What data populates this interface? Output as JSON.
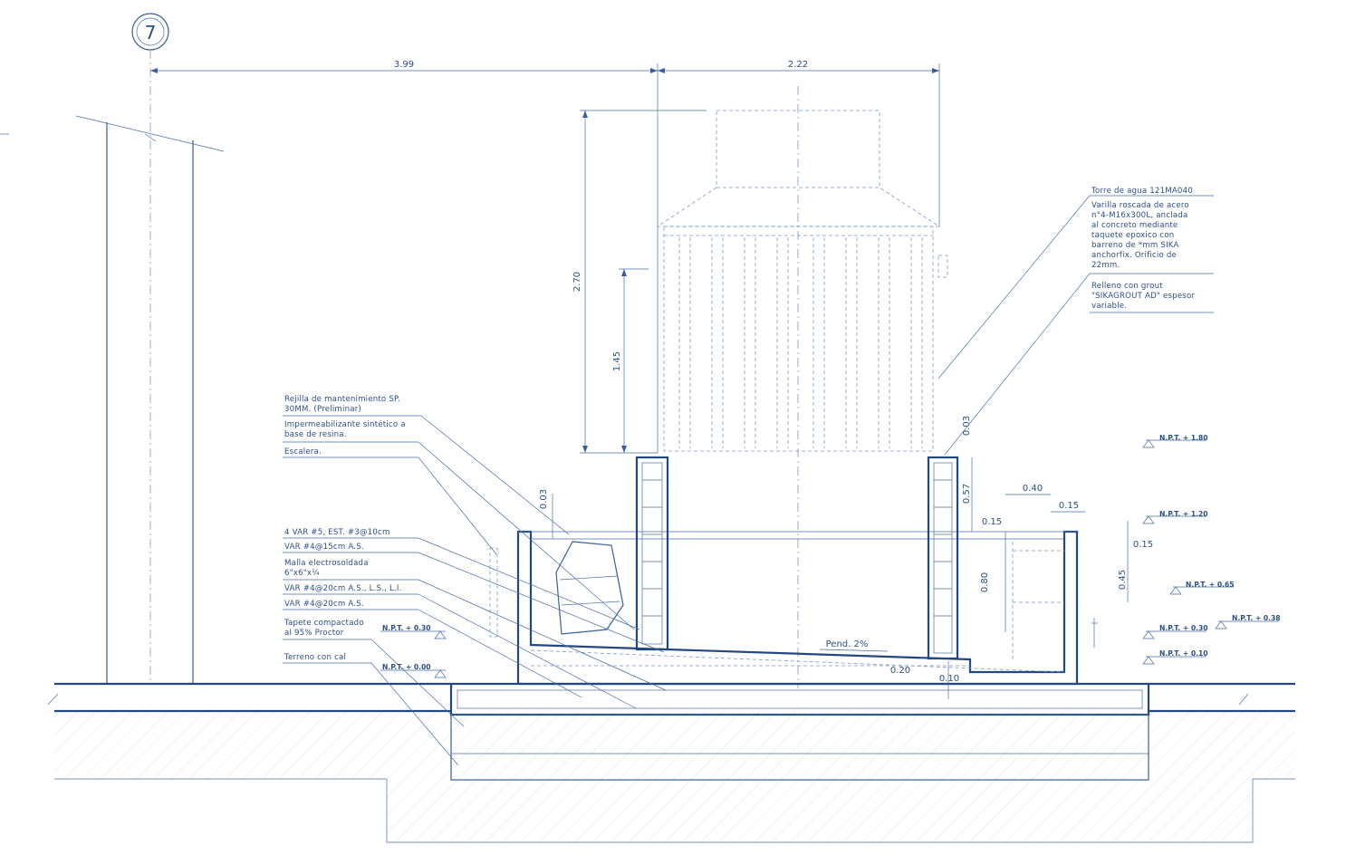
{
  "grid": {
    "axis_label": "7"
  },
  "dimensions": {
    "top_left": "3.99",
    "top_right": "2.22",
    "tower_height": "2.70",
    "tower_lower": "1.45",
    "grout_gap": "0.03",
    "wall_gap": "0.03",
    "wall_height": "0.57",
    "width_040": "0.40",
    "width_015_top": "0.15",
    "height_015_left": "0.15",
    "height_015_right": "0.15",
    "pit_depth": "0.80",
    "step_045": "0.45",
    "slab_020": "0.20",
    "slab_010": "0.10"
  },
  "slope_label": "Pend. 2%",
  "levels": [
    {
      "label": "N.P.T. + 1.80"
    },
    {
      "label": "N.P.T. + 1.20"
    },
    {
      "label": "N.P.T. + 0.65"
    },
    {
      "label": "N.P.T. + 0.30"
    },
    {
      "label": "N.P.T. + 0.38"
    },
    {
      "label": "N.P.T. + 0.10"
    },
    {
      "label": "N.P.T. + 0.30"
    },
    {
      "label": "N.P.T. + 0.00"
    }
  ],
  "notes_right": {
    "tower_title": "Torre de agua 121MA040",
    "rod_lines": [
      "Varilla roscada de acero",
      "n°4-M16x300L, anclada",
      "al concreto mediante",
      "taquete epoxico con",
      "barreno de *mm  SIKA",
      "anchorfix. Orificio de",
      "22mm."
    ],
    "grout_lines": [
      "Relleno con grout",
      "\"SIKAGROUT AD\" espesor",
      "variable."
    ]
  },
  "notes_left": {
    "grill": [
      "Rejilla de mantenimiento SP.",
      "30MM. (Preliminar)"
    ],
    "waterproof": [
      "Impermeabilizante sintético a",
      "base de resina."
    ],
    "ladder": [
      "Escalera."
    ],
    "bars": [
      "4 VAR #5, EST. #3@10cm"
    ],
    "var15": [
      "VAR #4@15cm A.S."
    ],
    "mesh": [
      "Malla electrosoldada",
      "6\"x6\"x¼"
    ],
    "var20a": [
      "VAR #4@20cm A.S., L.S., L.I."
    ],
    "var20b": [
      "VAR #4@20cm A.S."
    ],
    "compacted": [
      "Tapete compactado",
      "al 95% Proctor"
    ],
    "soil": [
      "Terreno con cal"
    ]
  }
}
